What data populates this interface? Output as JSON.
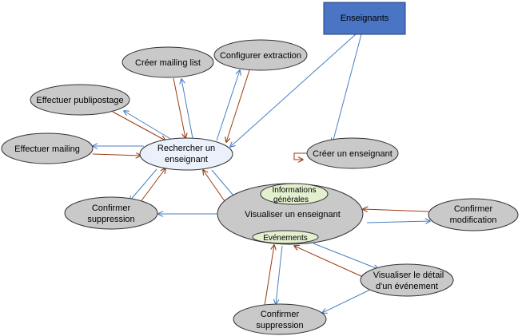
{
  "colors": {
    "node_fill": "#c9c9c9",
    "node_stroke": "#333333",
    "central_fill": "#eaf1fb",
    "sub_fill": "#e4efcf",
    "actor_fill": "#4a74c4",
    "arrow_blue": "#4a7fc1",
    "arrow_red": "#9a3b12"
  },
  "nodes": {
    "enseignants": "Enseignants",
    "creer_mailing_list": "Créer mailing list",
    "configurer_extraction": "Configurer extraction",
    "effectuer_publipostage": "Effectuer publipostage",
    "effectuer_mailing": "Effectuer mailing",
    "rechercher_line1": "Rechercher un",
    "rechercher_line2": "enseignant",
    "creer_enseignant": "Créer un enseignant",
    "confirmer_suppression_1_line1": "Confirmer",
    "confirmer_suppression_1_line2": "suppression",
    "visualiser_enseignant": "Visualiser un enseignant",
    "informations_line1": "Informations",
    "informations_line2": "générales",
    "evenements": "Evénements",
    "confirmer_modification_line1": "Confirmer",
    "confirmer_modification_line2": "modification",
    "visualiser_detail_line1": "Visualiser le détail",
    "visualiser_detail_line2": "d'un événement",
    "confirmer_suppression_2_line1": "Confirmer",
    "confirmer_suppression_2_line2": "suppression"
  }
}
